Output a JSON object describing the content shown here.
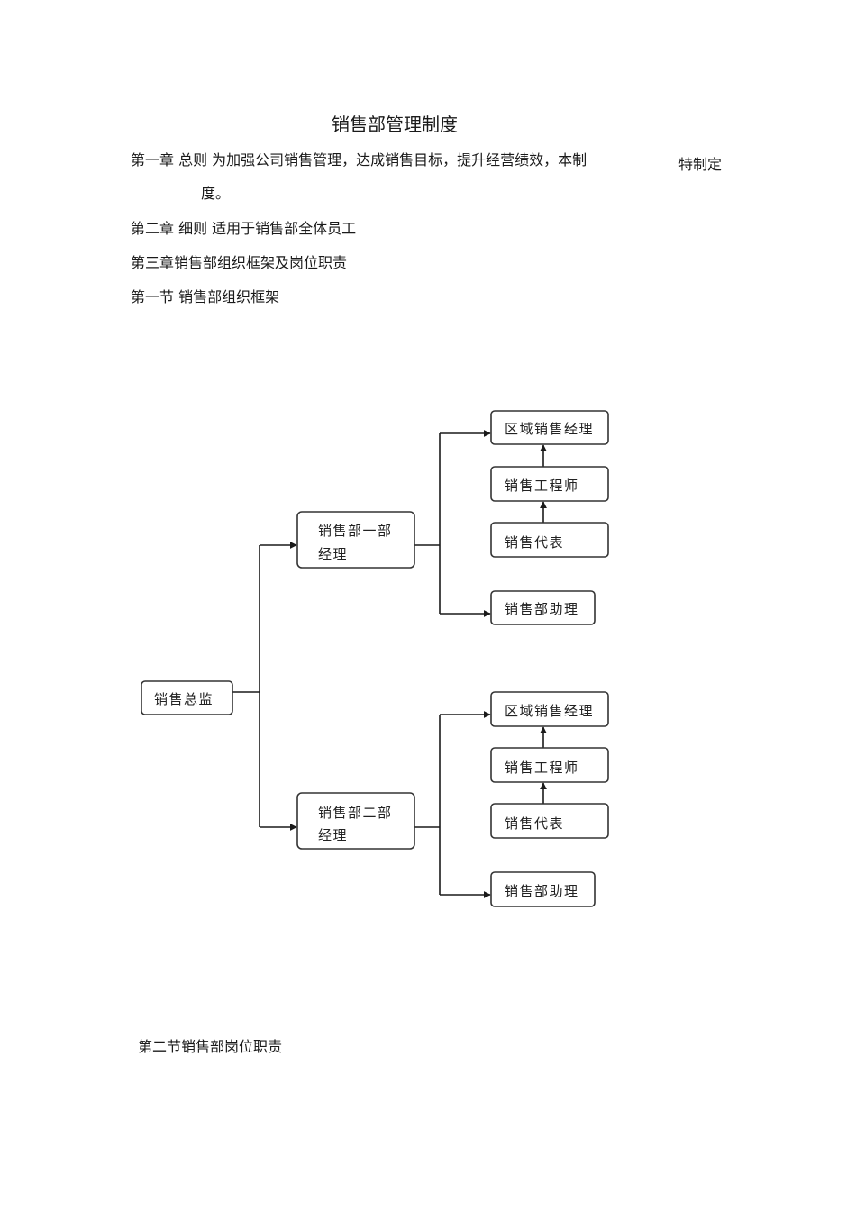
{
  "document": {
    "title": "销售部管理制度",
    "chapter1_line1": "第一章  总则  为加强公司销售管理，达成销售目标，提升经营绩效，本制",
    "chapter1_aside": "特制定",
    "chapter1_line2": "度。",
    "chapter2": "第二章  细则  适用于销售部全体员工",
    "chapter3": "第三章销售部组织框架及岗位职责",
    "section1": "第一节  销售部组织框架",
    "section2": "第二节销售部岗位职责"
  },
  "org_chart": {
    "root": "销售总监",
    "dept1_manager_line1": "销售部一部",
    "dept1_manager_line2": "经理",
    "dept2_manager_line1": "销售部二部",
    "dept2_manager_line2": "经理",
    "dept1_regional_manager": "区域销售经理",
    "dept1_engineer": "销售工程师",
    "dept1_representative": "销售代表",
    "dept1_assistant": "销售部助理",
    "dept2_regional_manager": "区域销售经理",
    "dept2_engineer": "销售工程师",
    "dept2_representative": "销售代表",
    "dept2_assistant": "销售部助理"
  }
}
